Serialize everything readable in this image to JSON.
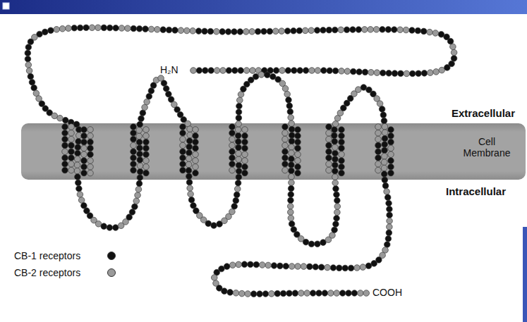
{
  "diagram": {
    "labels": [
      "H₂N",
      "Extracellular",
      "Cell Membrane",
      "Intracellular",
      "COOH"
    ],
    "legend": [
      {
        "text": "CB-1 receptors",
        "color": "#111111"
      },
      {
        "text": "CB-2 receptors",
        "color": "#9a9a9a"
      }
    ]
  }
}
